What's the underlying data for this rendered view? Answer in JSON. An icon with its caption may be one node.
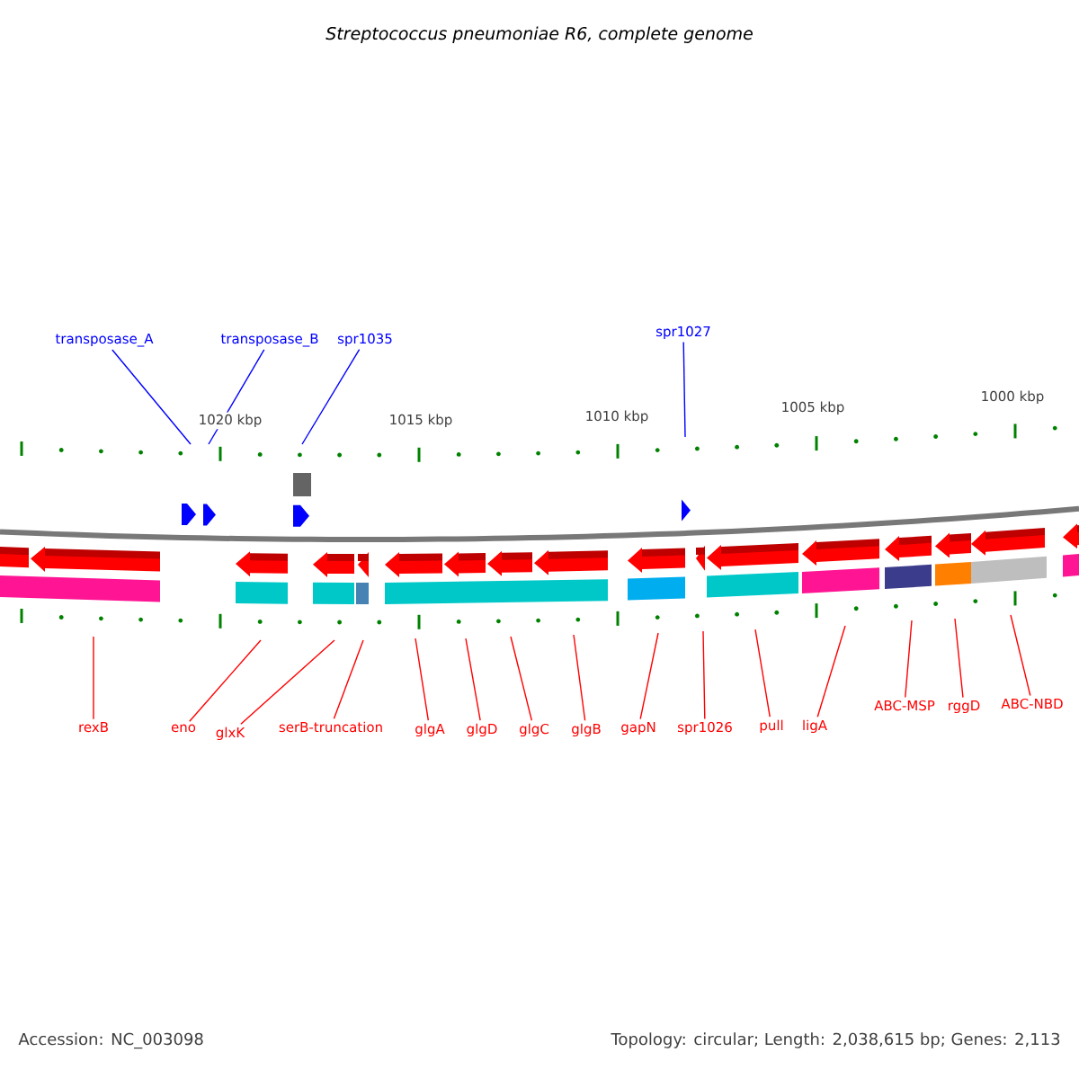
{
  "diagram": {
    "title": "Streptococcus pneumoniae R6, complete genome",
    "nodes": [
      {
        "text": [
          "transposase_A"
        ]
      },
      {
        "text": [
          "transposase_B"
        ]
      },
      {
        "text": [
          "spr1035"
        ]
      },
      {
        "text": [
          "spr1027"
        ]
      },
      {
        "text": [
          "rexB"
        ]
      },
      {
        "text": [
          "eno"
        ]
      },
      {
        "text": [
          "glxK"
        ]
      },
      {
        "text": [
          "serB-truncation"
        ]
      },
      {
        "text": [
          "glgA"
        ]
      },
      {
        "text": [
          "glgD"
        ]
      },
      {
        "text": [
          "glgC"
        ]
      },
      {
        "text": [
          "glgB"
        ]
      },
      {
        "text": [
          "gapN"
        ]
      },
      {
        "text": [
          "spr1026"
        ]
      },
      {
        "text": [
          "pull"
        ]
      },
      {
        "text": [
          "ligA"
        ]
      },
      {
        "text": [
          "ABC-MSP"
        ]
      },
      {
        "text": [
          "rggD"
        ]
      },
      {
        "text": [
          "ABC-NBD"
        ]
      }
    ],
    "edges": [
      {
        "from": 0,
        "to": null,
        "arrow": "none",
        "color": "#0000ff"
      },
      {
        "from": 1,
        "to": null,
        "arrow": "none",
        "color": "#0000ff"
      },
      {
        "from": 2,
        "to": null,
        "arrow": "none",
        "color": "#0000ff"
      },
      {
        "from": 3,
        "to": null,
        "arrow": "none",
        "color": "#0000ff"
      },
      {
        "from": 4,
        "to": null,
        "arrow": "none"
      },
      {
        "from": 5,
        "to": null,
        "arrow": "none"
      },
      {
        "from": 6,
        "to": null,
        "arrow": "none"
      },
      {
        "from": 7,
        "to": null,
        "arrow": "none"
      },
      {
        "from": 8,
        "to": null,
        "arrow": "none"
      },
      {
        "from": 9,
        "to": null,
        "arrow": "none"
      },
      {
        "from": 10,
        "to": null,
        "arrow": "none"
      },
      {
        "from": 11,
        "to": null,
        "arrow": "none"
      },
      {
        "from": 12,
        "to": null,
        "arrow": "none"
      },
      {
        "from": 13,
        "to": null,
        "arrow": "none"
      },
      {
        "from": 14,
        "to": null,
        "arrow": "none"
      },
      {
        "from": 15,
        "to": null,
        "arrow": "none"
      },
      {
        "from": 16,
        "to": null,
        "arrow": "none"
      },
      {
        "from": 17,
        "to": null,
        "arrow": "none"
      },
      {
        "from": 18,
        "to": null,
        "arrow": "none"
      }
    ],
    "labels": [
      "1020 kbp",
      "1015 kbp",
      "1010 kbp",
      "1005 kbp",
      "1000 kbp",
      "Accession: NC_003098",
      "Topology: circular; Length: 2,038,615 bp; Genes: 2,113"
    ]
  }
}
